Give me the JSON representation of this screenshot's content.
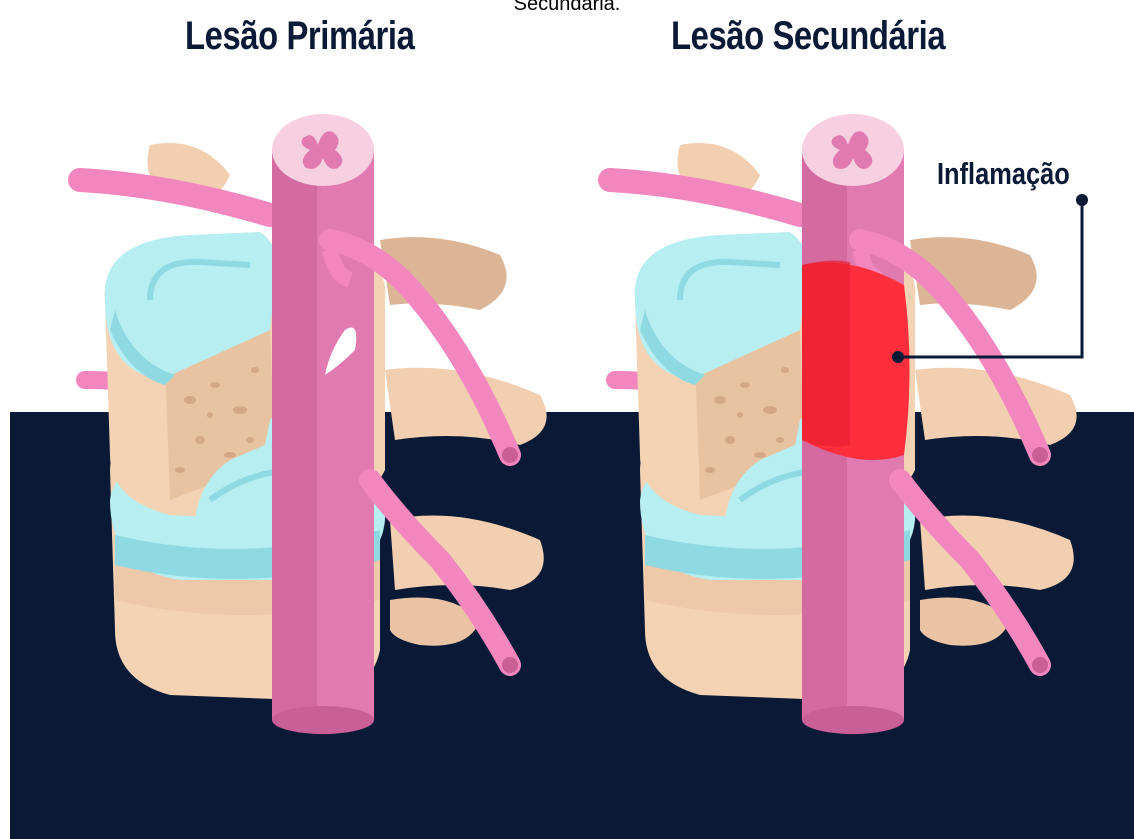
{
  "header": {
    "caption": "Secundária.",
    "left_title": "Lesão Primária",
    "right_title": "Lesão Secundária"
  },
  "callout": {
    "label": "Inflamação"
  },
  "colors": {
    "navy": "#0a1a36",
    "bone": "#f4d3b4",
    "bone_dark": "#d8b08f",
    "disc": "#b6eef2",
    "disc_edge": "#8fd9e3",
    "spinal_cord": "#e07ab0",
    "spinal_cord_dark": "#c85f96",
    "nerve": "#f286bf",
    "inflammation": "#ff2e3c"
  }
}
